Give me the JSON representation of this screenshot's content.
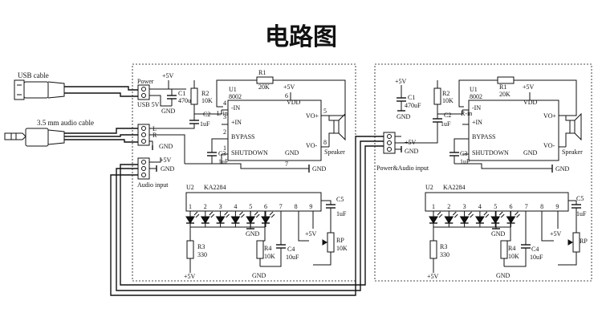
{
  "title": "电路图",
  "left": {
    "usb_cable": "USB cable",
    "audio_cable": "3.5 mm audio cable",
    "power": "Power",
    "usb_5v": "USB 5V",
    "gnd": "GND",
    "p5v": "+5V",
    "c1": "C1",
    "c1v": "470uF",
    "r2": "R2",
    "r2v": "10K",
    "r1": "R1",
    "r1v": "20K",
    "u1": "U1",
    "u1v": "8002",
    "vdd": "VDD",
    "p4": "4",
    "p3": "3",
    "p2": "2",
    "p1": "1",
    "p5": "5",
    "p6": "6",
    "p7": "7",
    "p8": "8",
    "in_neg": "-IN",
    "in_pos": "+IN",
    "bypass": "BYPASS",
    "shutdown": "SHUTDOWN",
    "gnd_pin": "GND",
    "vo_pos": "VO+",
    "vo_neg": "VO-",
    "l_in": "L-in",
    "c2": "C2",
    "c2v": "1uF",
    "c3": "C3",
    "c3v": "1uF",
    "speaker": "Speaker",
    "jack_l": "L",
    "jack_r": "R",
    "audio_input": "Audio input",
    "u2": "U2",
    "u2v": "KA2284",
    "c5": "C5",
    "c5v": "1uF",
    "rp": "RP",
    "rpv": "10K",
    "r3": "R3",
    "r3v": "330",
    "r4": "R4",
    "r4v": "10K",
    "c4": "C4",
    "c4v": "10uF",
    "u2pins": [
      "1",
      "2",
      "3",
      "4",
      "5",
      "6",
      "7",
      "8",
      "9"
    ]
  },
  "right": {
    "p5v": "+5V",
    "gnd": "GND",
    "c1": "C1",
    "c1v": "470uF",
    "r2": "R2",
    "r2v": "10K",
    "r1": "R1",
    "r1v": "20K",
    "u1": "U1",
    "u1v": "8002",
    "vdd": "VDD",
    "r_in": "R-in",
    "in_neg": "-IN",
    "in_pos": "+IN",
    "bypass": "BYPASS",
    "shutdown": "SHUTDOWN",
    "gnd_pin": "GND",
    "vo_pos": "VO+",
    "vo_neg": "VO-",
    "c2": "C2",
    "c2v": "1uF",
    "c3": "C3",
    "c3v": "1uF",
    "speaker": "Speaker",
    "conn_label": "Power&Audio input",
    "u2": "U2",
    "u2v": "KA2284",
    "c5": "C5",
    "c5v": "1uF",
    "rp": "RP",
    "r3": "R3",
    "r3v": "330",
    "r4": "R4",
    "r4v": "10K",
    "c4": "C4",
    "c4v": "10uF",
    "u2pins": [
      "1",
      "2",
      "3",
      "4",
      "5",
      "6",
      "7",
      "8",
      "9"
    ]
  }
}
